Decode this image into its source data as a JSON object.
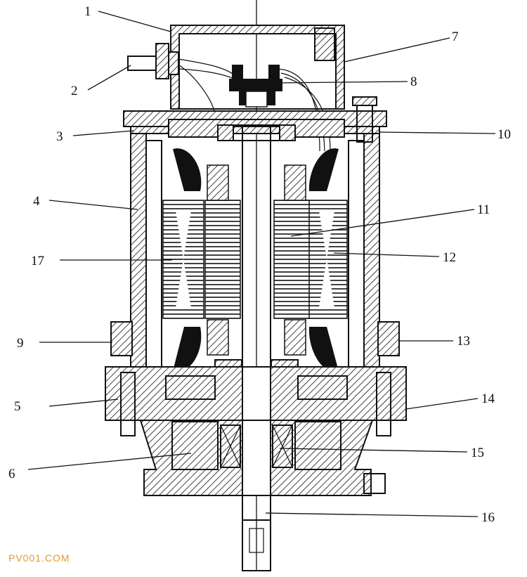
{
  "diagram": {
    "labels": [
      {
        "id": "1",
        "text": "1"
      },
      {
        "id": "2",
        "text": "2"
      },
      {
        "id": "3",
        "text": "3"
      },
      {
        "id": "4",
        "text": "4"
      },
      {
        "id": "5",
        "text": "5"
      },
      {
        "id": "6",
        "text": "6"
      },
      {
        "id": "7",
        "text": "7"
      },
      {
        "id": "8",
        "text": "8"
      },
      {
        "id": "9",
        "text": "9"
      },
      {
        "id": "10",
        "text": "10"
      },
      {
        "id": "11",
        "text": "11"
      },
      {
        "id": "12",
        "text": "12"
      },
      {
        "id": "13",
        "text": "13"
      },
      {
        "id": "14",
        "text": "14"
      },
      {
        "id": "15",
        "text": "15"
      },
      {
        "id": "16",
        "text": "16"
      },
      {
        "id": "17",
        "text": "17"
      }
    ]
  },
  "watermark": {
    "text": "PV001.COM"
  }
}
